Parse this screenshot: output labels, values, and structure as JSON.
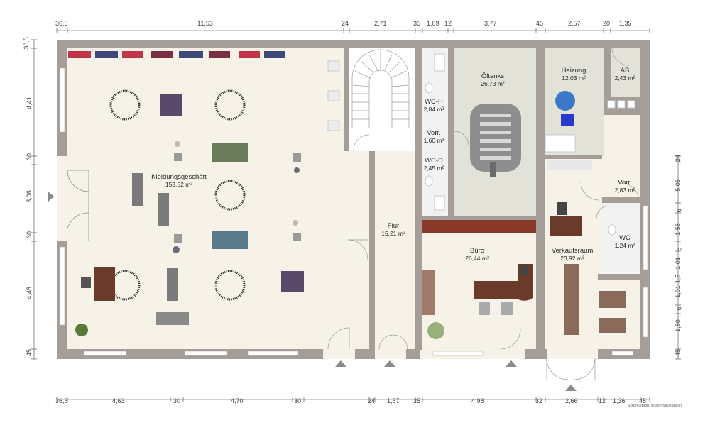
{
  "rooms": [
    {
      "id": "kleidung",
      "name": "Kleidungsgeschäft",
      "area": "153,52 m²"
    },
    {
      "id": "flur",
      "name": "Flur",
      "area": "15,21 m²"
    },
    {
      "id": "wch",
      "name": "WC-H",
      "area": "2,84 m²"
    },
    {
      "id": "vorr1",
      "name": "Vorr.",
      "area": "1,60 m²"
    },
    {
      "id": "wcd",
      "name": "WC-D",
      "area": "2,45 m²"
    },
    {
      "id": "oeltanks",
      "name": "Öltanks",
      "area": "26,73 m²"
    },
    {
      "id": "heizung",
      "name": "Heizung",
      "area": "12,03 m²"
    },
    {
      "id": "ab",
      "name": "AB",
      "area": "2,43 m²"
    },
    {
      "id": "vorr2",
      "name": "Vorr.",
      "area": "2,83 m²"
    },
    {
      "id": "wc",
      "name": "WC",
      "area": "1,24 m²"
    },
    {
      "id": "buero",
      "name": "Büro",
      "area": "26,44 m²"
    },
    {
      "id": "verkauf",
      "name": "Verkaufsraum",
      "area": "23,92 m²"
    }
  ],
  "dims_top": [
    "36,5",
    "11,53",
    "24",
    "2,71",
    "35",
    "1,09",
    "12",
    "3,77",
    "45",
    "2,57",
    "20",
    "1,35"
  ],
  "dims_bottom": [
    "36,5",
    "4,63",
    "30",
    "4,70",
    "30",
    "24",
    "1,57",
    "35",
    "4,98",
    "32",
    "2,66",
    "12",
    "1,36",
    "45"
  ],
  "dims_left": [
    "36,5",
    "4,41",
    "30",
    "3,06",
    "30",
    "4,46",
    "45"
  ],
  "dims_right": [
    "24",
    "5,05",
    "6",
    "1,55",
    "6",
    "1,01",
    "1,5",
    "1,01",
    "6",
    "1,80",
    "45"
  ],
  "note": "Exposéplan, nicht maßstäblich"
}
